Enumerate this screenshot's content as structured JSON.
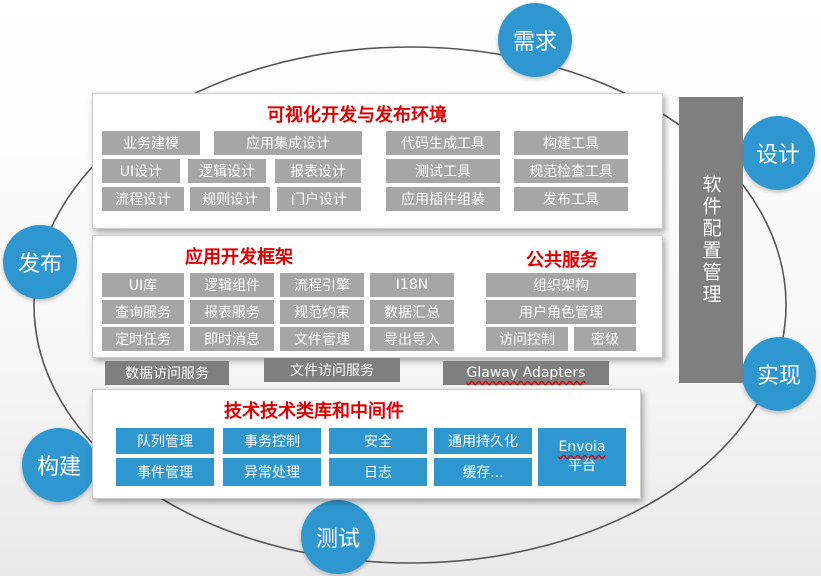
{
  "cycle": {
    "requirements": "需求",
    "design": "设计",
    "implementation": "实现",
    "testing": "测试",
    "build": "构建",
    "release": "发布"
  },
  "config_management": "软件配置管理",
  "visual_env": {
    "title": "可视化开发与发布环境",
    "left_items": [
      "业务建模",
      "应用集成设计",
      "UI设计",
      "逻辑设计",
      "报表设计",
      "流程设计",
      "规则设计",
      "门户设计"
    ],
    "right_items": [
      "代码生成工具",
      "构建工具",
      "测试工具",
      "规范检查工具",
      "应用插件组装",
      "发布工具"
    ]
  },
  "app_framework": {
    "title": "应用开发框架",
    "items": [
      "UI库",
      "逻辑组件",
      "流程引擎",
      "I18N",
      "查询服务",
      "报表服务",
      "规范约束",
      "数据汇总",
      "定时任务",
      "即时消息",
      "文件管理",
      "导出导入"
    ]
  },
  "public_services": {
    "title": "公共服务",
    "items": [
      "组织架构",
      "用户角色管理",
      "访问控制",
      "密级"
    ]
  },
  "bridge": [
    "数据访问服务",
    "文件访问服务",
    "Glaway Adapters"
  ],
  "middleware": {
    "title": "技术技术类库和中间件",
    "items": [
      "队列管理",
      "事务控制",
      "安全",
      "通用持久化",
      "事件管理",
      "异常处理",
      "日志",
      "缓存..."
    ],
    "envoia_line1": "Envoia",
    "envoia_line2": "平台"
  }
}
